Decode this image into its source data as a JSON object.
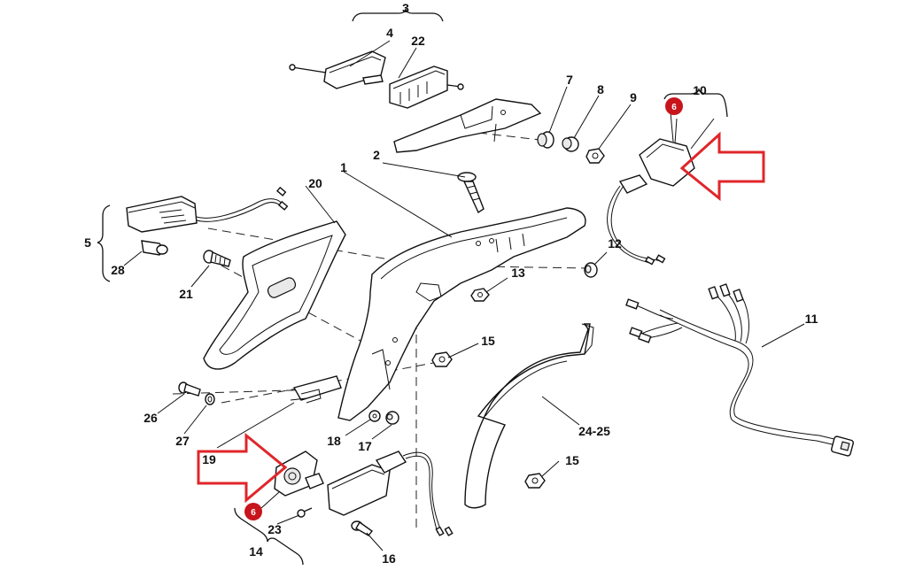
{
  "labels": {
    "p1": "1",
    "p2": "2",
    "p3": "3",
    "p4": "4",
    "p5": "5",
    "p7": "7",
    "p8": "8",
    "p9": "9",
    "p10": "10",
    "p11": "11",
    "p12": "12",
    "p13": "13",
    "p14": "14",
    "p15a": "15",
    "p15b": "15",
    "p16": "16",
    "p17": "17",
    "p18": "18",
    "p19": "19",
    "p20": "20",
    "p21": "21",
    "p22": "22",
    "p23": "23",
    "p2425": "24-25",
    "p26": "26",
    "p27": "27",
    "p28": "28"
  },
  "badges": {
    "top": "6",
    "bottom": "6"
  },
  "colors": {
    "badge": "#c8141c",
    "arrow": "#e0262a",
    "line": "#111111"
  }
}
